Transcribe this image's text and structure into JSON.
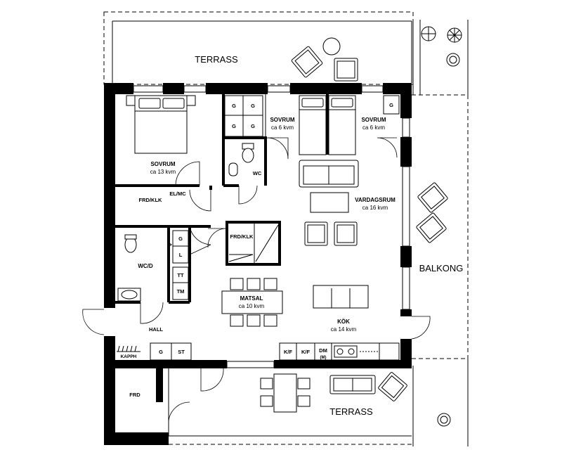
{
  "terrace_top": "TERRASS",
  "terrace_bottom": "TERRASS",
  "balcony": "BALKONG",
  "rooms": {
    "sovrum1": {
      "name": "SOVRUM",
      "area": "ca 13 kvm"
    },
    "sovrum2": {
      "name": "SOVRUM",
      "area": "ca 6 kvm"
    },
    "sovrum3": {
      "name": "SOVRUM",
      "area": "ca 6 kvm"
    },
    "vardagsrum": {
      "name": "VARDAGSRUM",
      "area": "ca 16 kvm"
    },
    "matsal": {
      "name": "MATSAL",
      "area": "ca 10 kvm"
    },
    "kok": {
      "name": "KÖK",
      "area": "ca 14 kvm"
    },
    "wc": {
      "name": "WC"
    },
    "wcd": {
      "name": "WC/D"
    },
    "hall": {
      "name": "HALL"
    },
    "frd_outer": {
      "name": "FRD"
    },
    "frdklk1": {
      "name": "FRD/KLK"
    },
    "frdklk2": {
      "name": "FRD/KLK"
    },
    "elmc": {
      "name": "EL/MC"
    }
  },
  "storage": {
    "g_wardrobes": [
      "G",
      "G",
      "G",
      "G"
    ],
    "g_sovrum3": "G",
    "g_bath": "G",
    "l_bath": "L",
    "tt": "TT",
    "tm": "TM",
    "g_hall": "G",
    "st_hall": "ST",
    "kapph": "KAPPH",
    "kf1": "K/F",
    "kf2": "K/F",
    "dm": "DM",
    "dm_sub": "(M)"
  }
}
